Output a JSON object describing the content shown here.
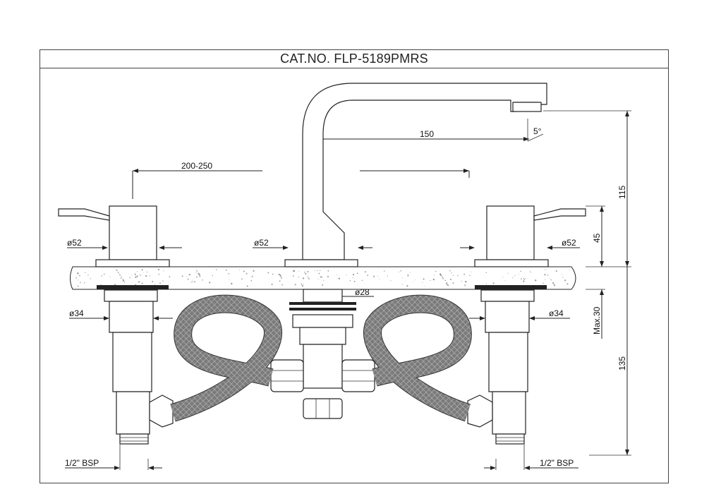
{
  "title": "CAT.NO. FLP-5189PMRS",
  "dimensions": {
    "spout_reach": "150",
    "spout_angle": "5°",
    "handle_spread": "200-250",
    "spout_height": "115",
    "handle_height": "45",
    "dia_left_handle": "ø52",
    "dia_center": "ø52",
    "dia_right_handle": "ø52",
    "dia_spout_shank": "ø28",
    "dia_left_shank": "ø34",
    "dia_right_shank": "ø34",
    "max_deck": "Max.30",
    "below_deck": "135",
    "inlet_left": "1/2\" BSP",
    "inlet_right": "1/2\" BSP"
  },
  "colors": {
    "line": "#222222",
    "deck_speckle": "#999999"
  }
}
